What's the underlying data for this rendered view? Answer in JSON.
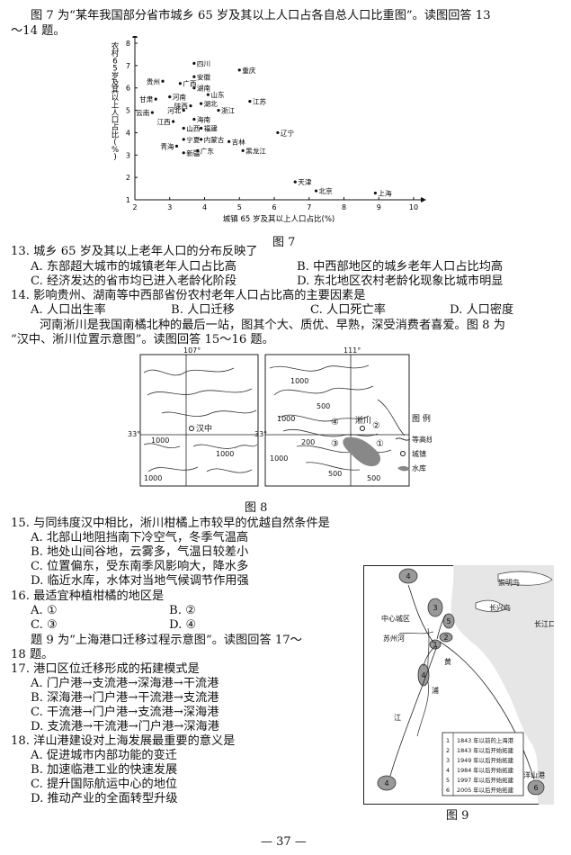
{
  "intro7": [
    "图 7 为“某年我国部分省市城乡 65 岁及其以上人口占各自总人口比重图”。读图回答 13",
    "～14 题。"
  ],
  "chart_data": {
    "type": "scatter",
    "ylabel": "农村65岁及其以上人口占比(%)",
    "xlabel": "城镇 65 岁及其以上人口占比(%)",
    "xlim": [
      2,
      10
    ],
    "ylim": [
      1,
      8
    ],
    "xticks": [
      "2",
      "3",
      "4",
      "5",
      "6",
      "7",
      "8",
      "9",
      "10"
    ],
    "yticks": [
      "1",
      "2",
      "3",
      "4",
      "5",
      "6",
      "7",
      "8"
    ],
    "points": [
      {
        "name": "四川",
        "x": 3.7,
        "y": 7.1
      },
      {
        "name": "重庆",
        "x": 5.0,
        "y": 6.8
      },
      {
        "name": "安徽",
        "x": 3.7,
        "y": 6.5
      },
      {
        "name": "贵州",
        "x": 2.8,
        "y": 6.3
      },
      {
        "name": "广西",
        "x": 3.3,
        "y": 6.2
      },
      {
        "name": "湖南",
        "x": 3.7,
        "y": 6.0
      },
      {
        "name": "山东",
        "x": 4.1,
        "y": 5.7
      },
      {
        "name": "河南",
        "x": 3.0,
        "y": 5.6
      },
      {
        "name": "甘肃",
        "x": 2.6,
        "y": 5.5
      },
      {
        "name": "江苏",
        "x": 5.3,
        "y": 5.4
      },
      {
        "name": "湖北",
        "x": 3.9,
        "y": 5.3
      },
      {
        "name": "陕西",
        "x": 3.6,
        "y": 5.2
      },
      {
        "name": "浙江",
        "x": 4.4,
        "y": 5.0
      },
      {
        "name": "河北",
        "x": 3.4,
        "y": 5.0
      },
      {
        "name": "云南",
        "x": 2.5,
        "y": 4.9
      },
      {
        "name": "海南",
        "x": 3.7,
        "y": 4.6
      },
      {
        "name": "江西",
        "x": 3.1,
        "y": 4.5
      },
      {
        "name": "山西",
        "x": 3.4,
        "y": 4.2
      },
      {
        "name": "福建",
        "x": 3.9,
        "y": 4.2
      },
      {
        "name": "辽宁",
        "x": 6.1,
        "y": 4.0
      },
      {
        "name": "宁夏",
        "x": 3.4,
        "y": 3.7
      },
      {
        "name": "内蒙古",
        "x": 3.9,
        "y": 3.7
      },
      {
        "name": "吉林",
        "x": 4.7,
        "y": 3.6
      },
      {
        "name": "青海",
        "x": 3.2,
        "y": 3.4
      },
      {
        "name": "新疆",
        "x": 3.4,
        "y": 3.1
      },
      {
        "name": "广东",
        "x": 3.8,
        "y": 3.2
      },
      {
        "name": "黑龙江",
        "x": 5.1,
        "y": 3.2
      },
      {
        "name": "天津",
        "x": 6.6,
        "y": 1.8
      },
      {
        "name": "北京",
        "x": 7.2,
        "y": 1.4
      },
      {
        "name": "上海",
        "x": 8.9,
        "y": 1.3
      }
    ]
  },
  "fig7_caption": "图 7",
  "q13": {
    "stem": "13. 城乡 65 岁及其以上老年人口的分布反映了",
    "A": "A. 东部超大城市的城镇老年人口占比高",
    "B": "B. 中西部地区的城乡老年人口占比均高",
    "C": "C. 经济发达的省市均已进入老龄化阶段",
    "D": "D. 东北地区农村老龄化现象比城市明显"
  },
  "q14": {
    "stem": "14. 影响贵州、湖南等中西部省份农村老年人口占比高的主要因素是",
    "A": "A. 人口出生率",
    "B": "B. 人口迁移",
    "C": "C. 人口死亡率",
    "D": "D. 人口密度"
  },
  "intro8": [
    "河南淅川是我国南橘北种的最后一站，图其个大、质优、早熟，深受消费者喜爱。图 8 为",
    "“汉中、淅川位置示意图”。读图回答 15～16 题。"
  ],
  "fig8": {
    "lon_left": "107°",
    "lon_right": "111°",
    "lat_left": "33°",
    "lat_right": "33°",
    "hanzhong": "汉中",
    "xichuan": "淅川",
    "c1000a": "1000",
    "c1000b": "1000",
    "c1000c": "1000",
    "c1000d": "1000",
    "c1000e": "1000",
    "c500a": "500",
    "c500b": "500",
    "c500c": "500",
    "c200": "200",
    "c1000f": "1000",
    "m1": "①",
    "m2": "②",
    "m3": "③",
    "m4": "④",
    "legend_title": "图 例",
    "legend_contour": "等高线",
    "legend_town": "城镇",
    "legend_reservoir": "水库",
    "caption": "图 8"
  },
  "q15": {
    "stem": "15. 与同纬度汉中相比，淅川柑橘上市较早的优越自然条件是",
    "A": "A. 北部山地阻挡南下冷空气，冬季气温高",
    "B": "B. 地处山间谷地，云雾多，气温日较差小",
    "C": "C. 位置偏东，受东南季风影响大，降水多",
    "D": "D. 临近水库，水体对当地气候调节作用强"
  },
  "q16": {
    "stem": "16. 最适宜种植柑橘的地区是",
    "A": "A. ①",
    "B": "B. ②",
    "C": "C. ③",
    "D": "D. ④"
  },
  "intro9": [
    "题 9 为“上海港口迁移过程示意图”。读图回答 17～",
    "18 题。"
  ],
  "q17": {
    "stem": "17. 港口区位迁移形成的拓建模式是",
    "A": "A. 门户港→支流港→深海港→干流港",
    "B": "B. 深海港→门户港→干流港→支流港",
    "C": "C. 干流港→门户港→支流港→深海港",
    "D": "D. 支流港→干流港→门户港→深海港"
  },
  "q18": {
    "stem": "18. 洋山港建设对上海发展最重要的意义是",
    "A": "A. 促进城市内部功能的变迁",
    "B": "B. 加速临港工业的快速发展",
    "C": "C. 提升国际航运中心的地位",
    "D": "D. 推动产业的全面转型升级"
  },
  "fig9": {
    "chongming": "崇明岛",
    "changxing": "长兴岛",
    "changjiang": "长江口",
    "zhongxin": "中心城区",
    "suzhouhe": "苏州河",
    "huang": "黄",
    "pu": "浦",
    "jiang": "江",
    "yangshan": "洋山港",
    "legend": [
      {
        "n": "1",
        "t": "1843 年以前的上海港"
      },
      {
        "n": "2",
        "t": "1843 年以后开始拓建"
      },
      {
        "n": "3",
        "t": "1949 年以后开始拓建"
      },
      {
        "n": "4",
        "t": "1984 年以后开始拓建"
      },
      {
        "n": "5",
        "t": "1997 年以后开始拓建"
      },
      {
        "n": "6",
        "t": "2005 年以后开始拓建"
      }
    ],
    "caption": "图 9"
  },
  "page_number": "— 37 —"
}
